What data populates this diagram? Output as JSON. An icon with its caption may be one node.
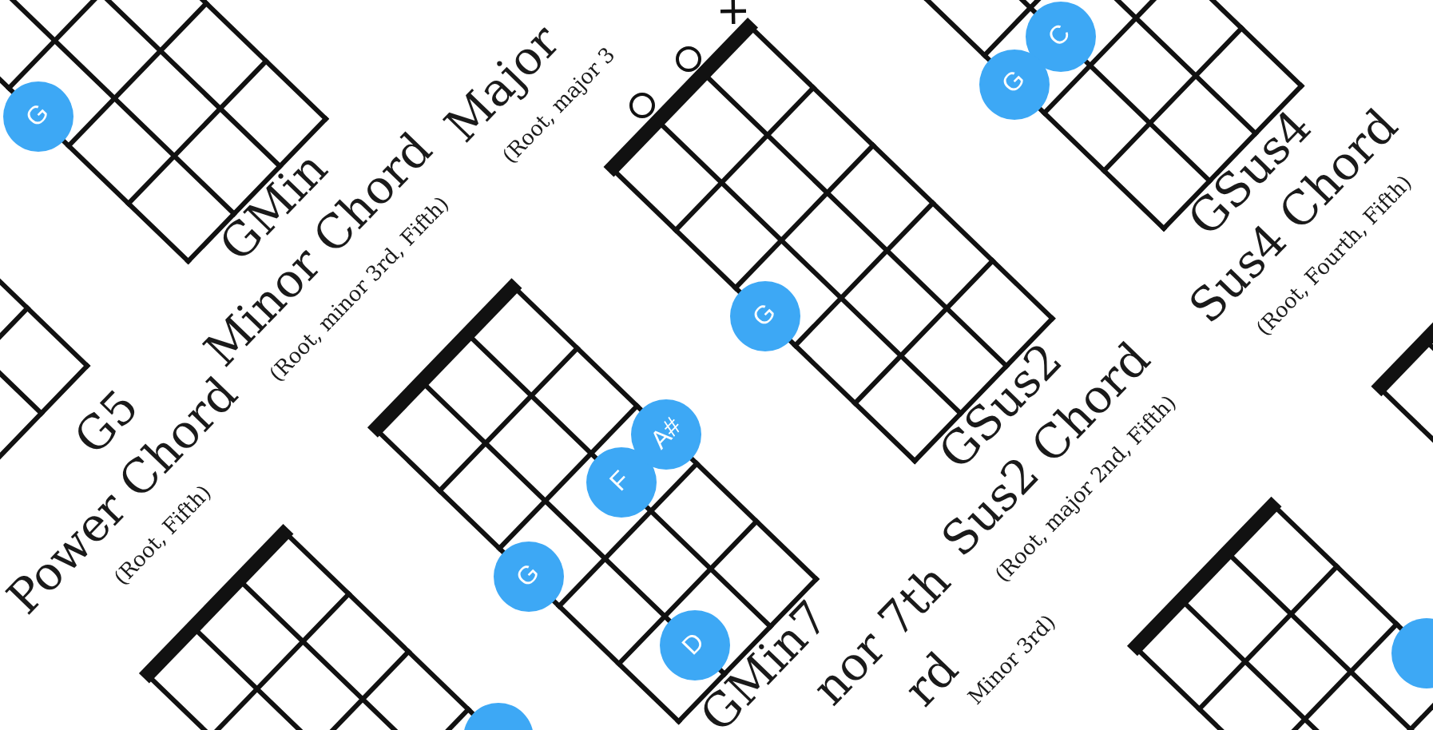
{
  "diagram": {
    "nodes": [
      {
        "text": [],
        "shape": "grid",
        "beside": [
          "G5",
          "Power Chord",
          "(Root, Fifth)"
        ]
      },
      {
        "text": [],
        "shape": "grid",
        "beside": [
          "GMin",
          "Minor Chord",
          "(Root, minor 3rd, Fifth)"
        ]
      },
      {
        "text": [
          "G"
        ],
        "in": 1
      },
      {
        "text": [],
        "shape": "grid"
      },
      {
        "text": [],
        "shape": "circle",
        "in": 3
      },
      {
        "text": [],
        "shape": "grid",
        "beside": [
          "GMin7",
          "nor 7th",
          "rd",
          "Minor 3rd)"
        ]
      },
      {
        "text": [
          "G"
        ]
      },
      {
        "text": [
          "F"
        ],
        "in": 5
      },
      {
        "text": [
          "A#"
        ]
      },
      {
        "text": [
          "D"
        ],
        "in": 5
      },
      {
        "text": [
          "GSus2",
          "Sus2 Chord",
          "(Root, major 2nd, Fifth)"
        ]
      },
      {
        "text": [
          "G"
        ]
      },
      {
        "text": [],
        "shape": "grid",
        "beside": [
          "GSus4",
          "Sus4 Chord",
          "(Root, Fourth, Fifth)"
        ]
      },
      {
        "text": [
          "G"
        ]
      },
      {
        "text": [
          "C"
        ],
        "in": 12
      },
      {
        "text": [],
        "shape": "grid"
      },
      {
        "text": [],
        "shape": "circle",
        "in": 15
      },
      {
        "text": [],
        "shape": "grid"
      }
    ],
    "labels": [
      "Major",
      "(Root, major 3"
    ]
  }
}
